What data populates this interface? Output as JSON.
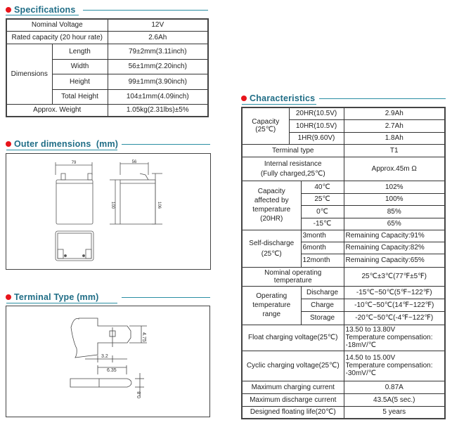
{
  "specifications": {
    "title": "Specifications",
    "nominal_voltage": {
      "label": "Nominal Voltage",
      "value": "12V"
    },
    "rated_capacity": {
      "label": "Rated capacity (20 hour rate)",
      "value": "2.6Ah"
    },
    "dimensions": {
      "label": "Dimensions",
      "rows": [
        {
          "label": "Length",
          "value": "79±2mm(3.11inch)"
        },
        {
          "label": "Width",
          "value": "56±1mm(2.20inch)"
        },
        {
          "label": "Height",
          "value": "99±1mm(3.90inch)"
        },
        {
          "label": "Total Height",
          "value": "104±1mm(4.09inch)"
        }
      ]
    },
    "weight": {
      "label": "Approx. Weight",
      "value": "1.05kg(2.31lbs)±5%"
    }
  },
  "outer_dimensions": {
    "title": "Outer dimensions  (mm)",
    "length": "79",
    "width": "56",
    "height": "100",
    "total_height": "106"
  },
  "terminal_type": {
    "title": "Terminal Type (mm)",
    "tab_height": "4.75",
    "hole_offset": "3.2",
    "tab_length": "6.35",
    "thickness": "0.8"
  },
  "characteristics": {
    "title": "Characteristics",
    "capacity": {
      "label": "Capacity\n(25℃)",
      "rows": [
        {
          "rate": "20HR(10.5V)",
          "value": "2.9Ah"
        },
        {
          "rate": "10HR(10.5V)",
          "value": "2.7Ah"
        },
        {
          "rate": "1HR(9.60V)",
          "value": "1.8Ah"
        }
      ]
    },
    "terminal": {
      "label": "Terminal type",
      "value": "T1"
    },
    "internal_resistance": {
      "label1": "Internal resistance",
      "label2": "(Fully charged,25℃)",
      "value": "Approx.45m Ω"
    },
    "capacity_temp": {
      "label1": "Capacity",
      "label2": "affected by",
      "label3": "temperature",
      "label4": "(20HR)",
      "rows": [
        {
          "temp": "40℃",
          "value": "102%"
        },
        {
          "temp": "25℃",
          "value": "100%"
        },
        {
          "temp": "0℃",
          "value": "85%"
        },
        {
          "temp": "-15℃",
          "value": "65%"
        }
      ]
    },
    "self_discharge": {
      "label1": "Self-discharge",
      "label2": "(25℃)",
      "rows": [
        {
          "period": "3month",
          "value": "Remaining Capacity:91%"
        },
        {
          "period": "6month",
          "value": "Remaining Capacity:82%"
        },
        {
          "period": "12month",
          "value": "Remaining Capacity:65%"
        }
      ]
    },
    "nominal_temp": {
      "label1": "Nominal operating",
      "label2": "temperature",
      "value": "25℃±3℃(77℉±5℉)"
    },
    "operating_range": {
      "label1": "Operating",
      "label2": "temperature",
      "label3": "range",
      "rows": [
        {
          "mode": "Discharge",
          "value": "-15℃~50℃(5℉~122℉)"
        },
        {
          "mode": "Charge",
          "value": "-10℃~50℃(14℉~122℉)"
        },
        {
          "mode": "Storage",
          "value": "-20℃~50℃(-4℉~122℉)"
        }
      ]
    },
    "float_voltage": {
      "label": "Float charging voltage(25℃)",
      "line1": "13.50 to 13.80V",
      "line2": "Temperature compensation:",
      "line3": "-18mV/℃"
    },
    "cyclic_voltage": {
      "label": "Cyclic charging voltage(25℃)",
      "line1": "14.50 to 15.00V",
      "line2": "Temperature compensation:",
      "line3": "-30mV/℃"
    },
    "max_charge": {
      "label": "Maximum charging current",
      "value": "0.87A"
    },
    "max_discharge": {
      "label": "Maximum discharge current",
      "value": "43.5A(5 sec.)"
    },
    "floating_life": {
      "label": "Designed floating life(20℃)",
      "value": "5 years"
    }
  },
  "colors": {
    "title": "#1f6d86",
    "bullet": "#e8141b",
    "rule": "#2a8ea3"
  }
}
